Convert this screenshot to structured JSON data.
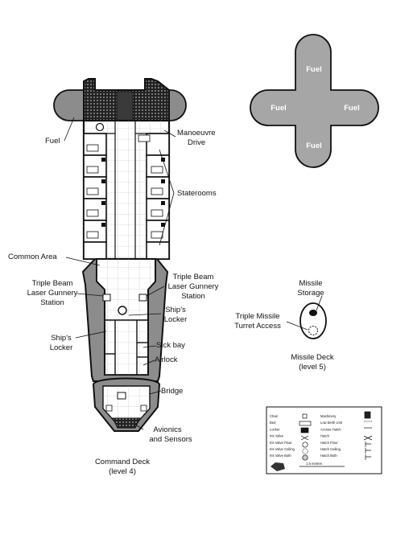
{
  "labels": {
    "fuel": "Fuel",
    "manoeuvre_drive_1": "Manoeuvre",
    "manoeuvre_drive_2": "Drive",
    "staterooms": "Staterooms",
    "common_area": "Common Area",
    "laser_left_1": "Triple Beam",
    "laser_left_2": "Laser Gunnery",
    "laser_left_3": "Station",
    "laser_right_1": "Triple Beam",
    "laser_right_2": "Laser Gunnery",
    "laser_right_3": "Station",
    "locker_right_1": "Ship's",
    "locker_right_2": "Locker",
    "locker_left_1": "Ship's",
    "locker_left_2": "Locker",
    "sick_bay": "Sick bay",
    "airlock": "Airlock",
    "bridge": "Bridge",
    "avionics_1": "Avionics",
    "avionics_2": "and Sensors",
    "command_deck_1": "Command Deck",
    "command_deck_2": "(level 4)",
    "missile_storage_1": "Missile",
    "missile_storage_2": "Storage",
    "missile_turret_1": "Triple Missile",
    "missile_turret_2": "Turret Access",
    "missile_deck_1": "Missile Deck",
    "missile_deck_2": "(level 5)"
  },
  "fuel_tank": {
    "top": "Fuel",
    "left": "Fuel",
    "right": "Fuel",
    "bottom": "Fuel"
  },
  "legend": {
    "left": [
      {
        "label": "Chair",
        "icon": "chair-icon"
      },
      {
        "label": "Bed",
        "icon": "bed-icon"
      },
      {
        "label": "Locker",
        "icon": "locker-icon"
      },
      {
        "label": "Iris Valve",
        "icon": "iris-valve-icon"
      },
      {
        "label": "Iris Valve Floor",
        "icon": "iris-valve-floor-icon"
      },
      {
        "label": "Iris Valve Ceiling",
        "icon": "iris-valve-ceiling-icon"
      },
      {
        "label": "Iris Valve Both",
        "icon": "iris-valve-both-icon"
      }
    ],
    "right": [
      {
        "label": "Machinery",
        "icon": "machinery-icon"
      },
      {
        "label": "Low berth Unit",
        "icon": "low-berth-icon"
      },
      {
        "label": "Access Hatch",
        "icon": "access-hatch-icon"
      },
      {
        "label": "Hatch",
        "icon": "hatch-icon"
      },
      {
        "label": "Hatch Floor",
        "icon": "hatch-floor-icon"
      },
      {
        "label": "Hatch Ceiling",
        "icon": "hatch-ceiling-icon"
      },
      {
        "label": "Hatch Both",
        "icon": "hatch-both-icon"
      }
    ],
    "scale": "1.5 metres"
  },
  "colors": {
    "hull_gray": "#8c8c8c",
    "fuel_gray": "#a6a6a6",
    "ink": "#111111",
    "floor": "#ffffff"
  }
}
